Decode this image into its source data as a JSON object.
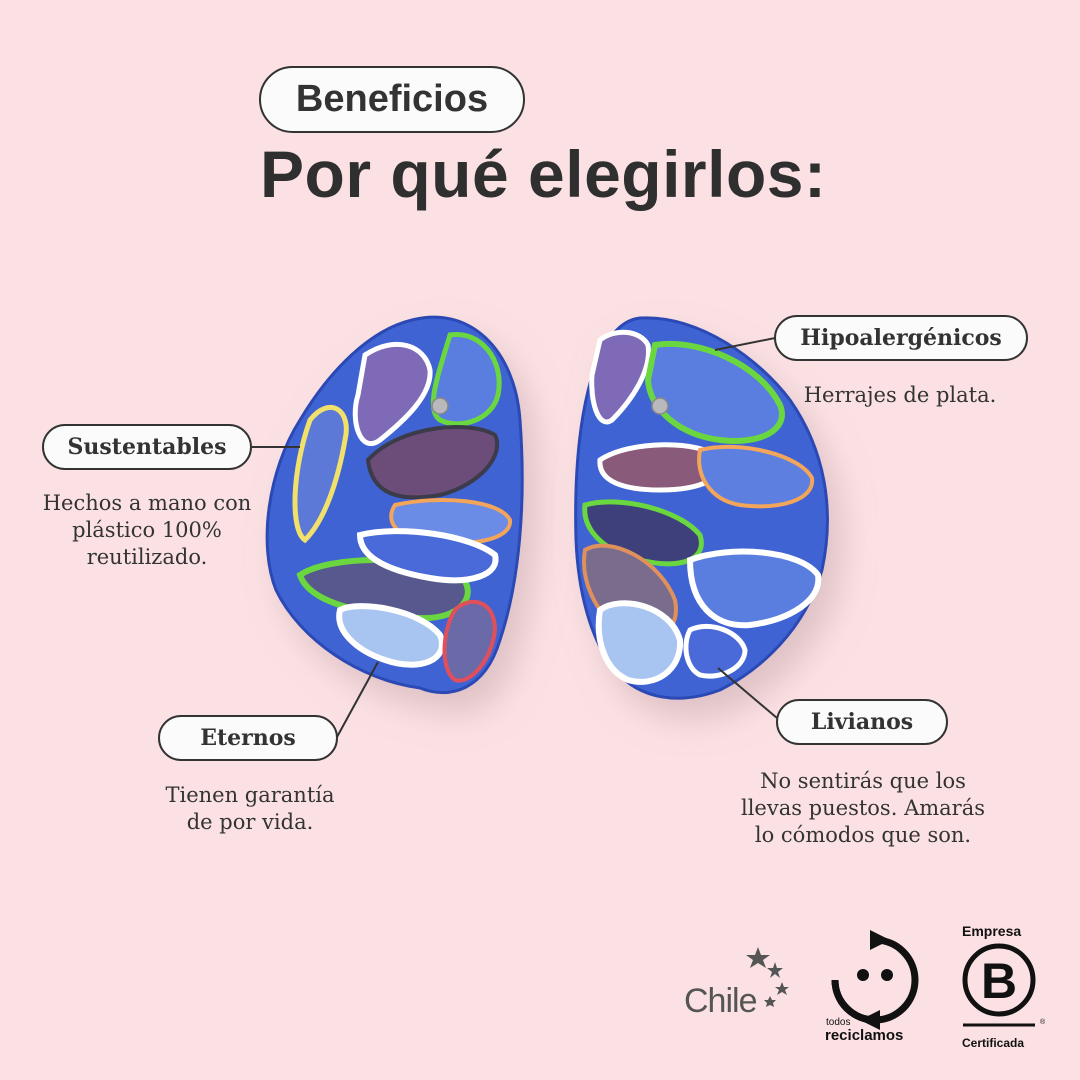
{
  "header": {
    "tag": "Beneficios",
    "title": "Por qué elegirlos:"
  },
  "benefits": [
    {
      "title": "Sustentables",
      "description": "Hechos a mano con plástico 100% reutilizado."
    },
    {
      "title": "Eternos",
      "description": "Tienen garantía de por vida."
    },
    {
      "title": "Hipoalergénicos",
      "description": "Herrajes de plata."
    },
    {
      "title": "Livianos",
      "description": "No sentirás que los llevas puestos. Amarás lo cómodos que son."
    }
  ],
  "logos": {
    "chile": "Chile",
    "reciclamos_small": "todos",
    "reciclamos": "reciclamos",
    "bcorp_top": "Empresa",
    "bcorp_bottom": "Certificada"
  },
  "colors": {
    "background": "#fbe1e3",
    "text": "#333333",
    "earring_blue": "#3f63d3"
  }
}
